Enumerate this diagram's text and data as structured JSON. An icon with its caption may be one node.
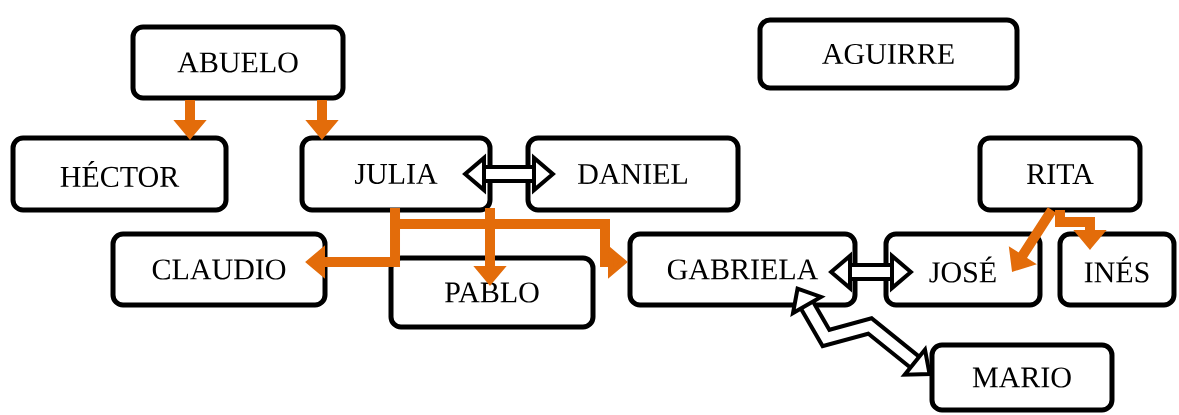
{
  "diagram": {
    "nodes": [
      {
        "text": [
          "ABUELO"
        ]
      },
      {
        "text": [
          "AGUIRRE"
        ]
      },
      {
        "text": [
          "HÉCTOR"
        ]
      },
      {
        "text": [
          "JULIA"
        ]
      },
      {
        "text": [
          "DANIEL"
        ]
      },
      {
        "text": [
          "RITA"
        ]
      },
      {
        "text": [
          "CLAUDIO"
        ]
      },
      {
        "text": [
          "PABLO"
        ]
      },
      {
        "text": [
          "GABRIELA"
        ]
      },
      {
        "text": [
          "JOSÉ"
        ]
      },
      {
        "text": [
          "INÉS"
        ]
      },
      {
        "text": [
          "MARIO"
        ]
      }
    ],
    "edges": [
      {
        "from": 0,
        "to": 2,
        "arrow": "to"
      },
      {
        "from": 0,
        "to": 3,
        "arrow": "to"
      },
      {
        "from": 3,
        "to": 4,
        "arrow": "both",
        "style": "thick",
        "color": "#000000"
      },
      {
        "from": 3,
        "to": 6,
        "arrow": "to"
      },
      {
        "from": 3,
        "to": 7,
        "arrow": "to"
      },
      {
        "from": 3,
        "to": 8,
        "arrow": "to"
      },
      {
        "from": 8,
        "to": 9,
        "arrow": "both",
        "style": "thick",
        "color": "#000000"
      },
      {
        "from": 8,
        "to": 11,
        "arrow": "both",
        "style": "thick",
        "color": "#000000"
      },
      {
        "from": 5,
        "to": 9,
        "arrow": "to"
      },
      {
        "from": 5,
        "to": 10,
        "arrow": "to"
      }
    ]
  }
}
